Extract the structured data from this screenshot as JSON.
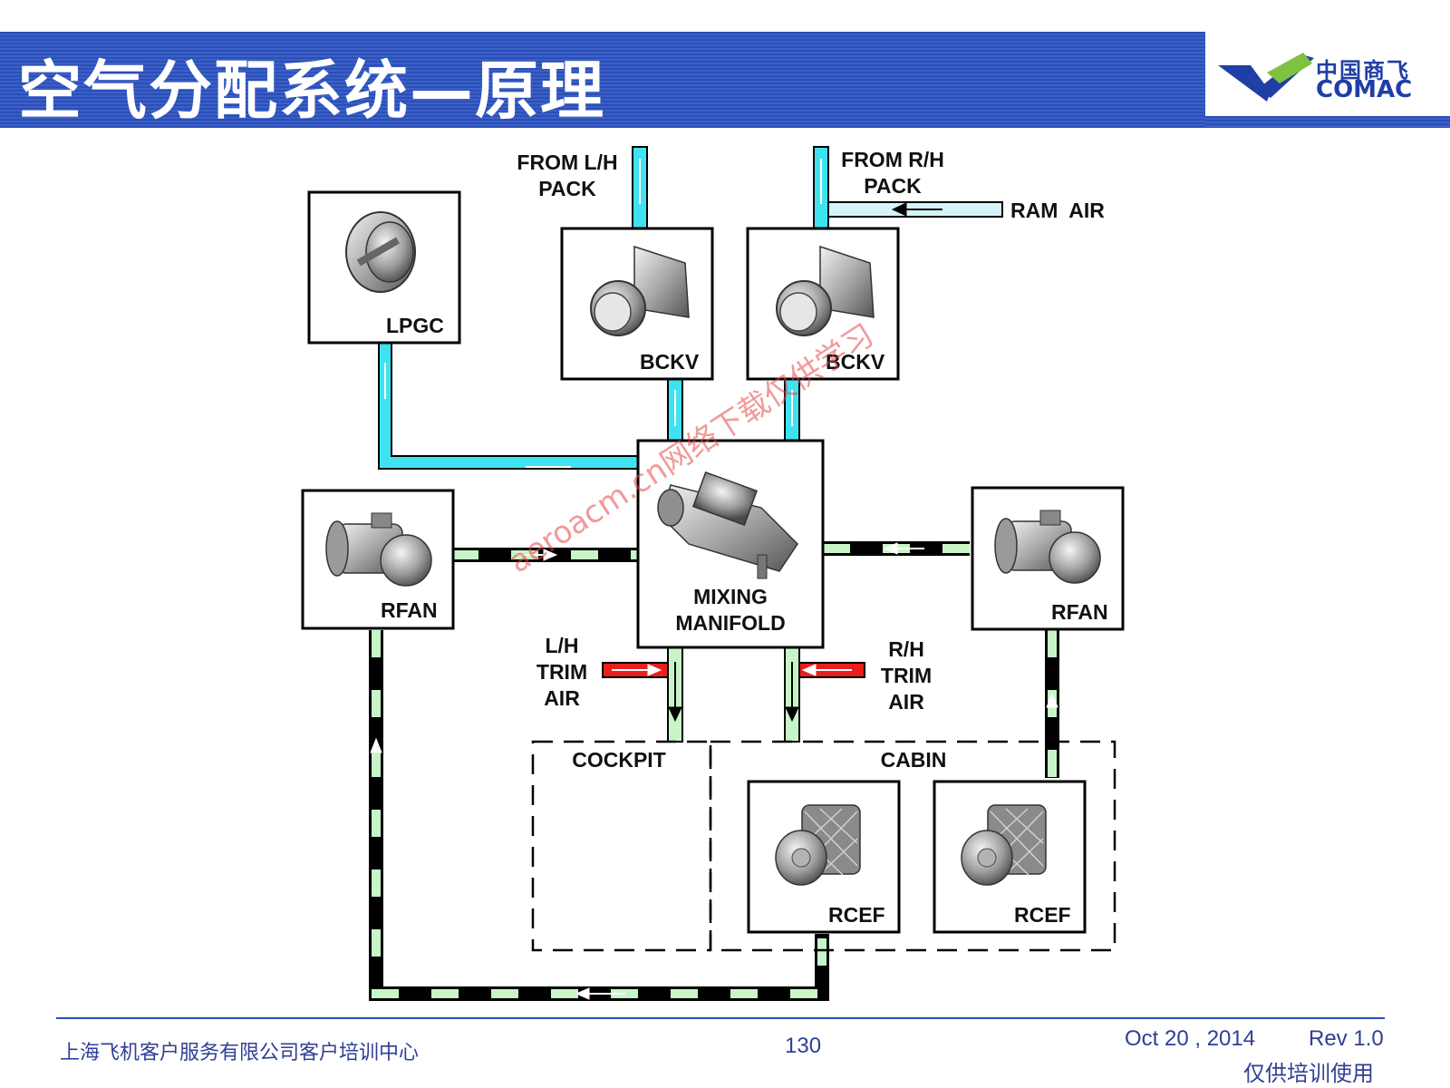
{
  "title": "空气分配系统—原理",
  "logo": {
    "cn": "中国商飞",
    "en": "COMAC"
  },
  "colors": {
    "header_blue": "#2b4fb7",
    "supply_cyan": "#3fe3f0",
    "recirc_green": "#c8f5c8",
    "trim_red": "#e8201c",
    "ram_air": "#d4f4f8"
  },
  "labels": {
    "from_lh_pack": [
      "FROM L/H",
      "PACK"
    ],
    "from_rh_pack": [
      "FROM R/H",
      "PACK"
    ],
    "ram_air": "RAM  AIR",
    "lpgc": "LPGC",
    "bckv_left": "BCKV",
    "bckv_right": "BCKV",
    "mixing_manifold": [
      "MIXING",
      "MANIFOLD"
    ],
    "rfan_left": "RFAN",
    "rfan_right": "RFAN",
    "lh_trim_air": [
      "L/H",
      "TRIM",
      "AIR"
    ],
    "rh_trim_air": [
      "R/H",
      "TRIM",
      "AIR"
    ],
    "cockpit": "COCKPIT",
    "cabin": "CABIN",
    "rcef_left": "RCEF",
    "rcef_right": "RCEF"
  },
  "icons": [
    "lpgc-valve-icon",
    "bckv-valve-icon",
    "mixing-manifold-icon",
    "rfan-fan-icon",
    "rcef-filter-icon"
  ],
  "watermark": "aeroacm.cn网络下载仅供学习",
  "footer": {
    "organization": "上海飞机客户服务有限公司客户培训中心",
    "page": "130",
    "date": "Oct 20 , 2014",
    "revision": "Rev 1.0",
    "note": "仅供培训使用"
  }
}
